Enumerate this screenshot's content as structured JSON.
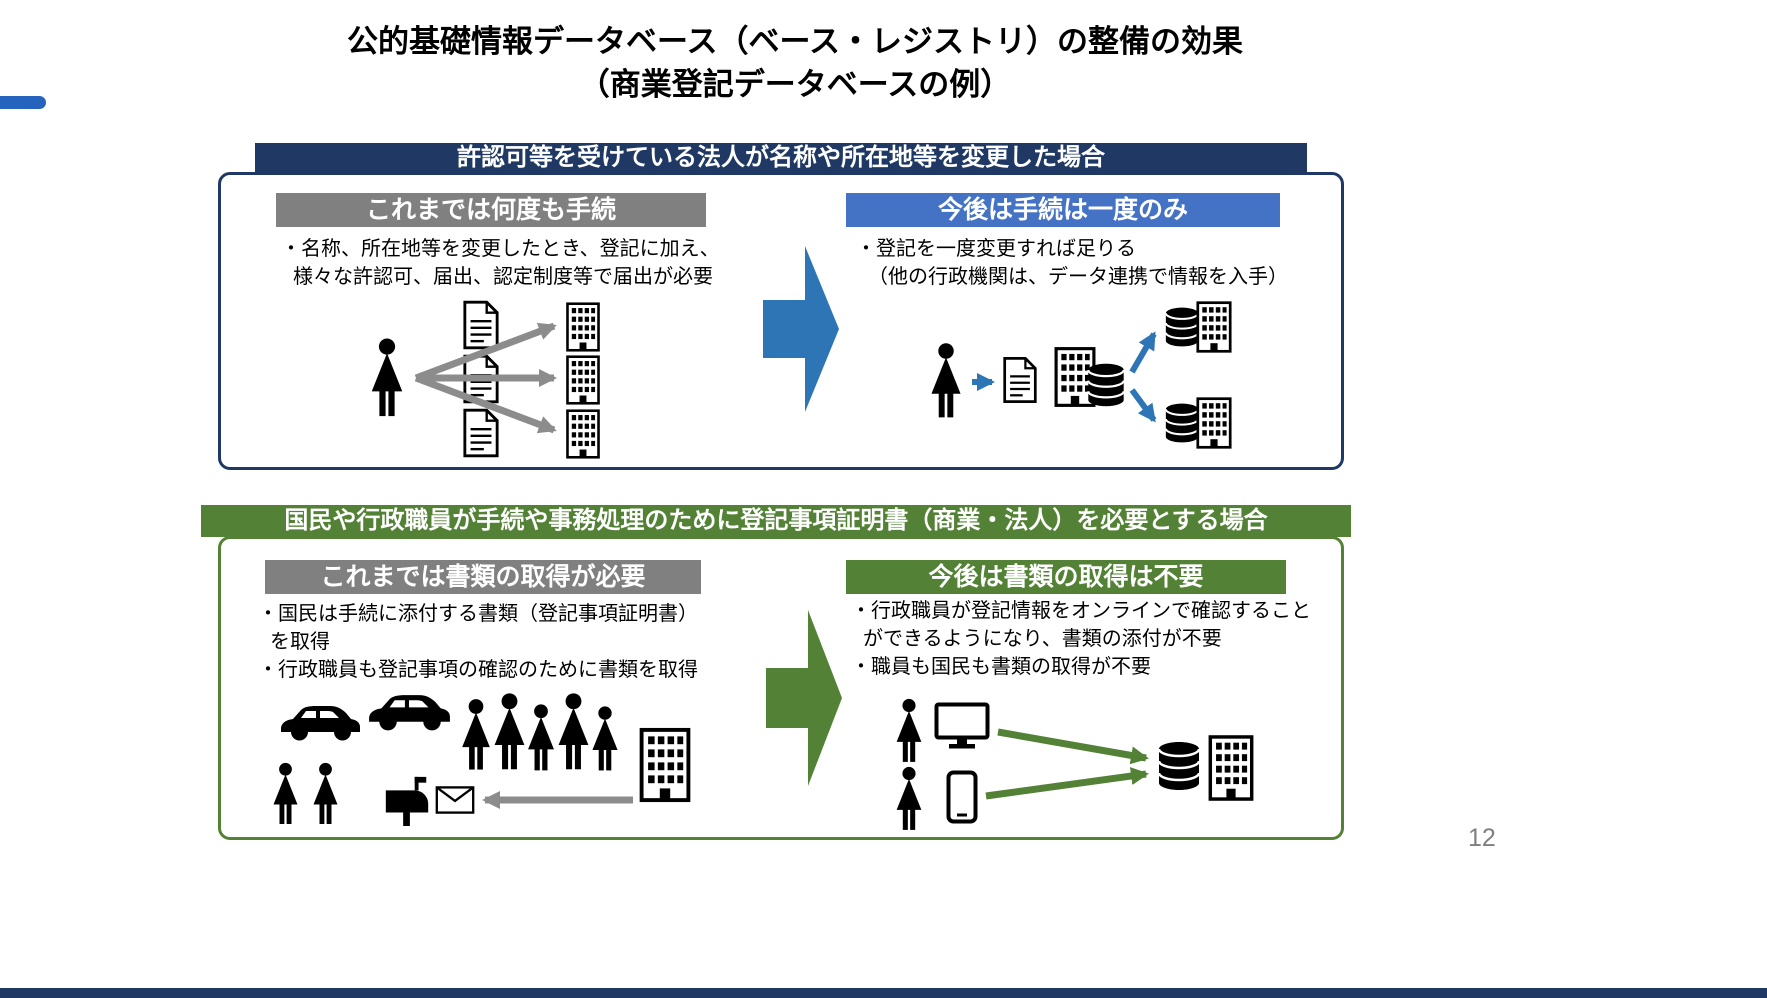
{
  "slide": {
    "title_lines": [
      "公的基礎情報データベース（ベース・レジストリ）の整備の効果",
      "（商業登記データベースの例）"
    ],
    "page_number": "12"
  },
  "colors": {
    "navy": "#1F3864",
    "blue": "#4472C4",
    "arrow_blue": "#2E75B6",
    "gray": "#808080",
    "green": "#538135",
    "arrow_gray": "#8C8C8C",
    "accent_blue": "#2563BE"
  },
  "section1": {
    "header": "許認可等を受けている法人が名称や所在地等を変更した場合",
    "before": {
      "title": "これまでは何度も手続",
      "lines": [
        "・名称、所在地等を変更したとき、登記に加え、",
        "様々な許認可、届出、認定制度等で届出が必要"
      ]
    },
    "after": {
      "title": "今後は手続は一度のみ",
      "lines": [
        "・登記を一度変更すれば足りる",
        "（他の行政機関は、データ連携で情報を入手）"
      ]
    }
  },
  "section2": {
    "header": "国民や行政職員が手続や事務処理のために登記事項証明書（商業・法人）を必要とする場合",
    "before": {
      "title": "これまでは書類の取得が必要",
      "lines": [
        "・国民は手続に添付する書類（登記事項証明書）",
        "を取得",
        "・行政職員も登記事項の確認のために書類を取得"
      ]
    },
    "after": {
      "title": "今後は書類の取得は不要",
      "lines": [
        "・行政職員が登記情報をオンラインで確認すること",
        "ができるようになり、書類の添付が不要",
        "・職員も国民も書類の取得が不要"
      ]
    }
  },
  "icons": {
    "scene1_before": [
      "person-icon",
      "document-icon",
      "building-icon",
      "fan-out-arrow-icon"
    ],
    "scene1_after": [
      "person-icon",
      "arrow-right-icon",
      "document-icon",
      "building-icon",
      "database-icon"
    ],
    "scene2_before": [
      "car-icon",
      "person-icon",
      "people-group-icon",
      "mailbox-icon",
      "envelope-icon",
      "building-icon",
      "arrow-left-icon"
    ],
    "scene2_after": [
      "person-icon",
      "monitor-icon",
      "smartphone-icon",
      "arrow-right-icon",
      "database-icon",
      "building-icon"
    ]
  }
}
